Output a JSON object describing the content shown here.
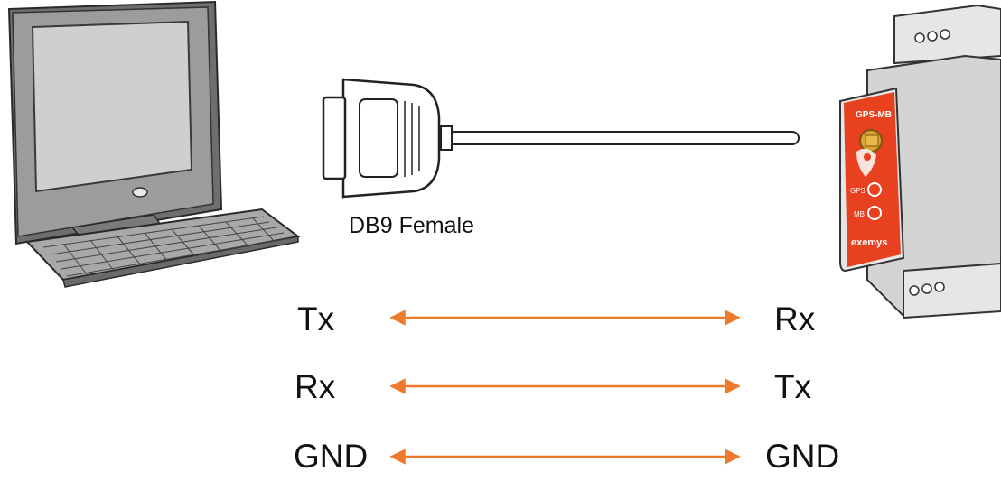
{
  "computer": {
    "icon": "desktop-computer-icon"
  },
  "connector": {
    "icon": "db9-connector-icon",
    "caption": "DB9 Female"
  },
  "device": {
    "icon": "din-rail-module-icon",
    "model_label": "GPS-MB",
    "led_gps_label": "GPS",
    "led_mb_label": "MB",
    "brand_label": "exemys",
    "accent_color": "#E8411F"
  },
  "links": {
    "arrow_color": "#EE7A2E",
    "rows": [
      {
        "left": "Tx",
        "right": "Rx"
      },
      {
        "left": "Rx",
        "right": "Tx"
      },
      {
        "left": "GND",
        "right": "GND"
      }
    ]
  }
}
